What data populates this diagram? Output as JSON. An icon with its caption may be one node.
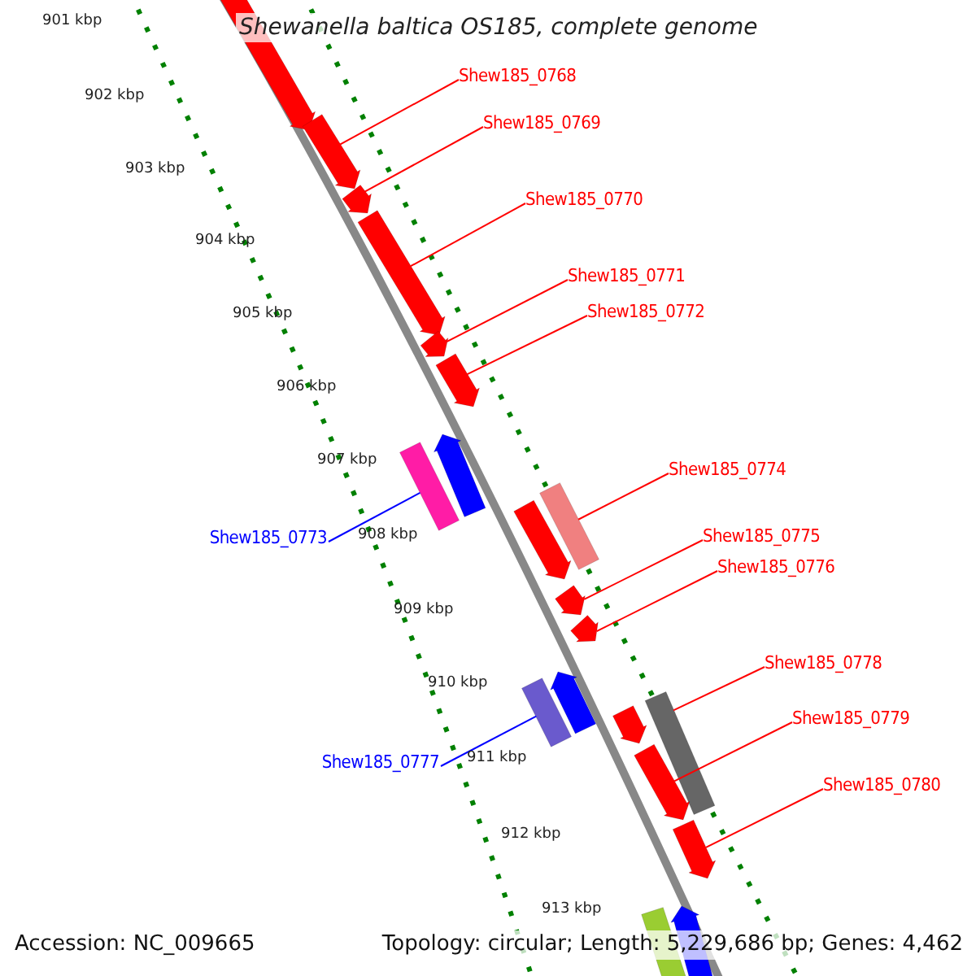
{
  "diagram": {
    "title": "Shewanella baltica OS185, complete genome",
    "nodes": [
      {
        "text": [],
        "shape": "bar"
      },
      {
        "text": [
          "Shew185_0768"
        ]
      },
      {
        "text": [],
        "shape": "bar"
      },
      {
        "text": [
          "Shew185_0769"
        ]
      },
      {
        "text": [],
        "shape": "bar"
      },
      {
        "text": [],
        "shape": "bar"
      },
      {
        "text": [
          "Shew185_0770"
        ]
      },
      {
        "text": [
          "Shew185_0771"
        ]
      },
      {
        "text": [
          "Shew185_0772"
        ]
      },
      {
        "text": [],
        "shape": "bar"
      },
      {
        "text": [],
        "shape": "bar"
      },
      {
        "text": [],
        "shape": "bar"
      },
      {
        "text": [],
        "shape": "bar"
      },
      {
        "text": [
          "Shew185_0774"
        ]
      },
      {
        "text": [],
        "shape": "bar"
      },
      {
        "text": [
          "Shew185_0773"
        ]
      },
      {
        "text": [],
        "shape": "bar"
      },
      {
        "text": [
          "Shew185_0775"
        ]
      },
      {
        "text": [
          "Shew185_0776"
        ]
      },
      {
        "text": [],
        "shape": "bar"
      },
      {
        "text": [],
        "shape": "bar"
      },
      {
        "text": [],
        "shape": "bar"
      },
      {
        "text": [
          "Shew185_0778"
        ]
      },
      {
        "text": [],
        "shape": "bar"
      },
      {
        "text": [],
        "shape": "bar"
      },
      {
        "text": [],
        "shape": "bar"
      },
      {
        "text": [
          "Shew185_0779"
        ]
      },
      {
        "text": [
          "Shew185_0777"
        ]
      },
      {
        "text": [],
        "shape": "bar"
      },
      {
        "text": [
          "Shew185_0780"
        ]
      },
      {
        "text": [],
        "shape": "bar"
      },
      {
        "text": [],
        "shape": "bar"
      },
      {
        "text": [],
        "shape": "bar"
      }
    ],
    "edges": [
      {
        "from": 1,
        "to": 2,
        "arrow": "none"
      },
      {
        "from": 3,
        "to": 4,
        "arrow": "none"
      },
      {
        "from": 6,
        "to": 5,
        "arrow": "none"
      },
      {
        "from": 7,
        "to": 9,
        "arrow": "none"
      },
      {
        "from": 8,
        "to": 10,
        "arrow": "none"
      },
      {
        "from": 13,
        "to": 14,
        "arrow": "none"
      },
      {
        "from": 15,
        "to": 11,
        "arrow": "none",
        "color": "#0000ff"
      },
      {
        "from": 17,
        "to": 19,
        "arrow": "none"
      },
      {
        "from": 18,
        "to": 20,
        "arrow": "none"
      },
      {
        "from": 22,
        "to": 24,
        "arrow": "none"
      },
      {
        "from": 26,
        "to": 28,
        "arrow": "none"
      },
      {
        "from": 27,
        "to": 23,
        "arrow": "none",
        "color": "#0000ff"
      },
      {
        "from": 29,
        "to": 30,
        "arrow": "none"
      }
    ],
    "labels": [
      "901 kbp",
      "902 kbp",
      "903 kbp",
      "904 kbp",
      "905 kbp",
      "906 kbp",
      "907 kbp",
      "908 kbp",
      "909 kbp",
      "910 kbp",
      "911 kbp",
      "912 kbp",
      "913 kbp",
      "Accession: NC_009665",
      "Topology: circular; Length: 5,229,686 bp; Genes: 4,462"
    ]
  }
}
